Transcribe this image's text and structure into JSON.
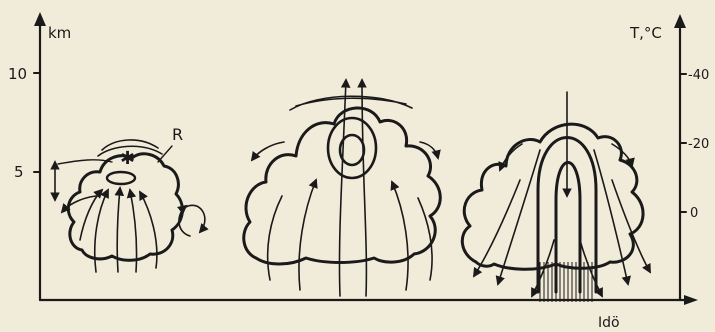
{
  "axes": {
    "left_unit": "km",
    "left_ticks": [
      "10",
      "5"
    ],
    "right_unit": "T,°C",
    "right_ticks": [
      "-40",
      "-20",
      "0"
    ],
    "x_label": "Idö"
  },
  "annotations": {
    "region_label": "R",
    "snow_symbol": "✱"
  }
}
